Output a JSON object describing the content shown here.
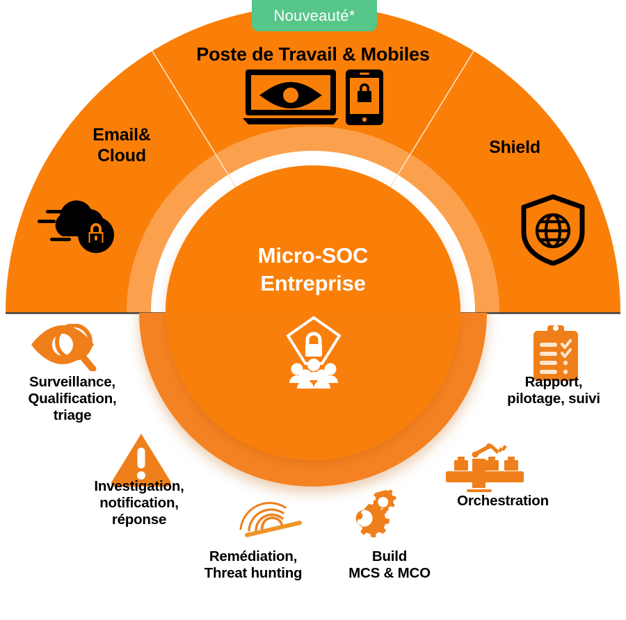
{
  "badge": {
    "label": "Nouveauté*",
    "color": "#56c68a",
    "text_color": "#ffffff",
    "icon": "badge-new"
  },
  "colors": {
    "orange": "#f97f09",
    "orange_light": "#fba14e",
    "orange_mid": "#f58220",
    "white": "#ffffff",
    "dark_text": "#111111",
    "divider": "#3f3f3f",
    "icon_orange": "#ef7f1a"
  },
  "center": {
    "title_line1": "Micro-SOC",
    "title_line2": "Entreprise",
    "title": "Micro-SOC\nEntreprise",
    "icon": "people-shield-lock-icon"
  },
  "outer_ring": {
    "segments": [
      {
        "id": "email-cloud",
        "label": "Email&\nCloud",
        "icon": "cloud-lock-icon"
      },
      {
        "id": "poste-travail-mobiles",
        "label": "Poste de Travail & Mobiles",
        "icon": "laptop-eye-and-phone-lock-icon"
      },
      {
        "id": "shield",
        "label": "Shield",
        "icon": "shield-globe-icon"
      }
    ]
  },
  "services": [
    {
      "id": "surveillance",
      "label": "Surveillance,\nQualification,\ntriage",
      "icon": "eye-magnifier-icon"
    },
    {
      "id": "investigation",
      "label": "Investigation,\nnotification,\nréponse",
      "icon": "warning-triangle-icon"
    },
    {
      "id": "remediation",
      "label": "Remédiation,\nThreat hunting",
      "icon": "radar-signal-icon"
    },
    {
      "id": "build",
      "label": "Build\nMCS & MCO",
      "icon": "gears-icon"
    },
    {
      "id": "orchestration",
      "label": "Orchestration",
      "icon": "robot-arm-conveyor-icon"
    },
    {
      "id": "rapport",
      "label": "Rapport,\npilotage, suivi",
      "icon": "clipboard-checklist-icon"
    }
  ]
}
